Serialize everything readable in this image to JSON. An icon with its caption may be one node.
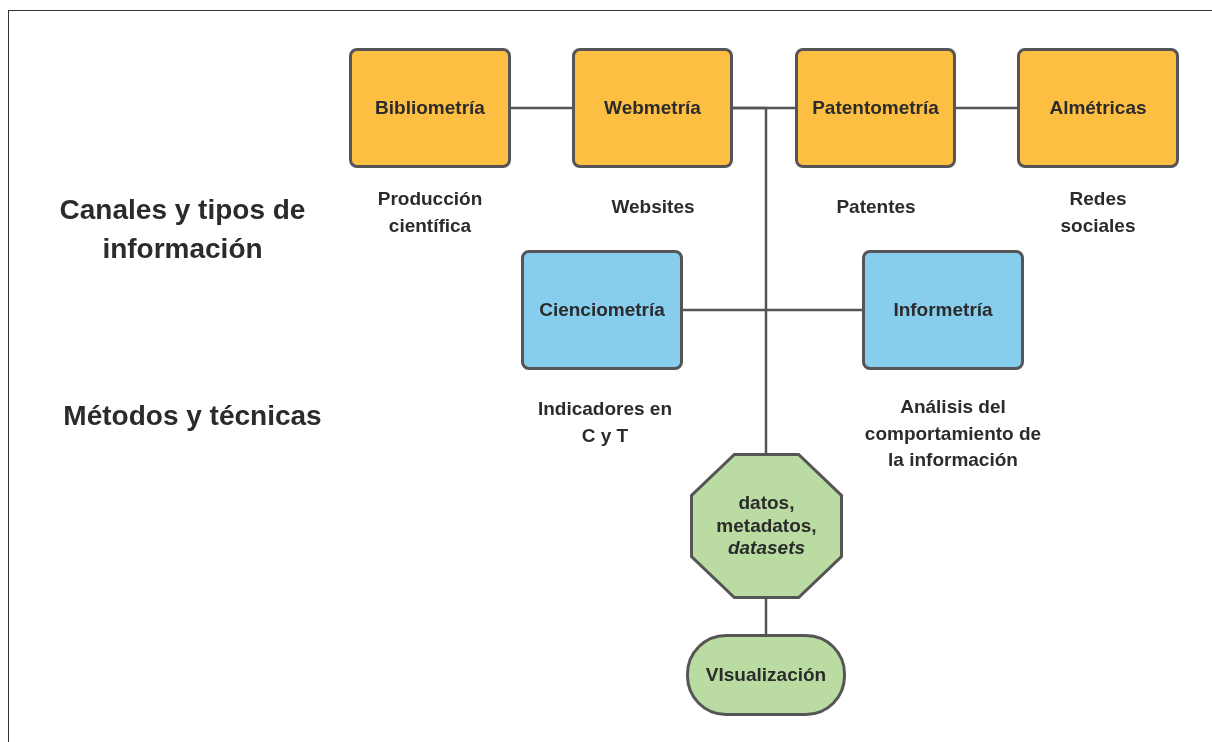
{
  "diagram": {
    "nodes": [
      {
        "text": [
          "Bibliometría"
        ],
        "beside": [
          "Producción científica"
        ]
      },
      {
        "text": [
          "Webmetría"
        ],
        "beside": [
          "Websites"
        ]
      },
      {
        "text": [
          "Patentometría"
        ],
        "beside": [
          "Patentes"
        ]
      },
      {
        "text": [
          "Almétricas"
        ],
        "beside": [
          "Redes sociales"
        ]
      },
      {
        "text": [
          "Cienciometría"
        ],
        "beside": [
          "Indicadores en C y T"
        ]
      },
      {
        "text": [
          "Informetría"
        ],
        "beside": [
          "Análisis del comportamiento de la información"
        ]
      },
      {
        "text": [
          "datos, metadatos, *datasets*"
        ]
      },
      {
        "text": [
          "VIsualización"
        ]
      }
    ],
    "edges": [
      {
        "from": 0,
        "to": 1,
        "arrow": "none"
      },
      {
        "from": 1,
        "to": 2,
        "arrow": "none"
      },
      {
        "from": 2,
        "to": 3,
        "arrow": "none"
      },
      {
        "from": 4,
        "to": 5,
        "arrow": "none"
      },
      {
        "from": 1,
        "to": 6,
        "arrow": "none"
      },
      {
        "from": 6,
        "to": 7,
        "arrow": "none"
      }
    ],
    "labels": [
      "Canales y tipos de información",
      "Métodos y técnicas"
    ]
  }
}
